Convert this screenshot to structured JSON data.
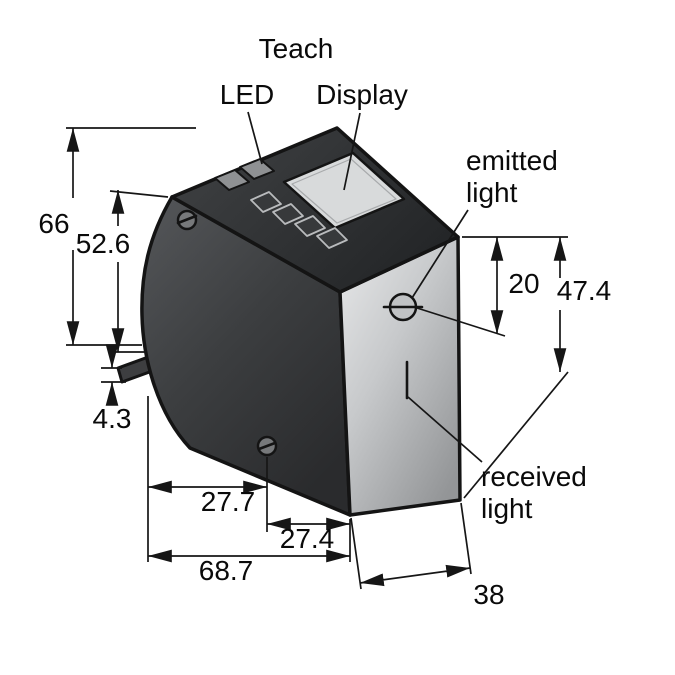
{
  "drawing": {
    "callouts": {
      "teach": "Teach",
      "led": "LED",
      "display": "Display",
      "emitted_1": "emitted",
      "emitted_2": "light",
      "received_1": "received",
      "received_2": "light"
    },
    "dims": {
      "overall_height": "66",
      "upper_height": "52.6",
      "tab_thickness": "4.3",
      "lower_width": "27.7",
      "overall_width": "68.7",
      "right_width": "27.4",
      "depth": "38",
      "lens_offset": "20",
      "side_height": "47.4"
    },
    "colors": {
      "ink": "#161616",
      "body_dark": "#3c3e40",
      "body_mid": "#8f9193",
      "face_light": "#c7c9cb",
      "display": "#d8dadb",
      "background": "#ffffff"
    }
  }
}
